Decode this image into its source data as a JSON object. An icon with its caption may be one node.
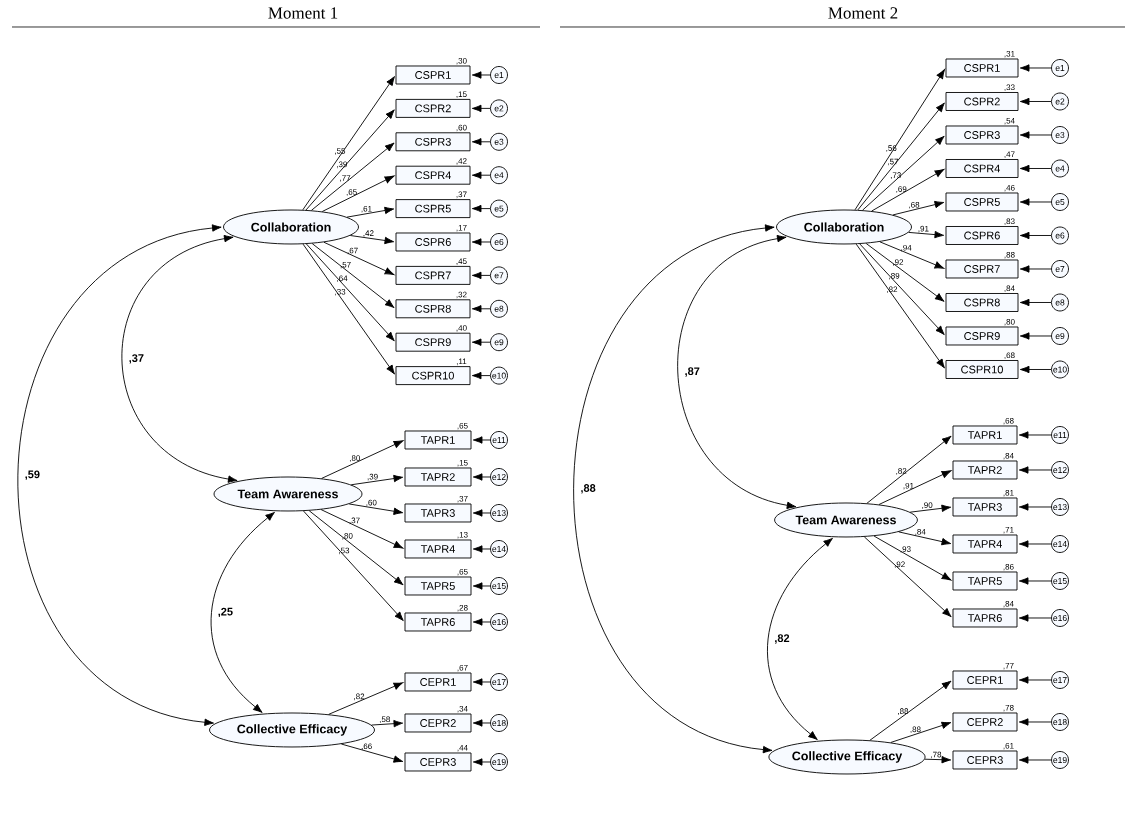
{
  "diagram": {
    "nodes": [
      {
        "text": [
          "Collaboration"
        ]
      },
      {
        "text": [
          "CSPR1"
        ],
        "beside": [
          ",30"
        ]
      },
      {
        "text": [
          "CSPR2"
        ],
        "beside": [
          ",15"
        ]
      },
      {
        "text": [
          "CSPR3"
        ],
        "beside": [
          ",60"
        ]
      },
      {
        "text": [
          "CSPR4"
        ],
        "beside": [
          ",42"
        ]
      },
      {
        "text": [
          "CSPR5"
        ],
        "beside": [
          ",37"
        ]
      },
      {
        "text": [
          "CSPR6"
        ],
        "beside": [
          ",17"
        ]
      },
      {
        "text": [
          "CSPR7"
        ],
        "beside": [
          ",45"
        ]
      },
      {
        "text": [
          "CSPR8"
        ],
        "beside": [
          ",32"
        ]
      },
      {
        "text": [
          "CSPR9"
        ],
        "beside": [
          ",40"
        ]
      },
      {
        "text": [
          "CSPR10"
        ],
        "beside": [
          ",11"
        ]
      },
      {
        "text": [
          "e1"
        ]
      },
      {
        "text": [
          "e2"
        ]
      },
      {
        "text": [
          "e3"
        ]
      },
      {
        "text": [
          "e4"
        ]
      },
      {
        "text": [
          "e5"
        ]
      },
      {
        "text": [
          "e6"
        ]
      },
      {
        "text": [
          "e7"
        ]
      },
      {
        "text": [
          "e8"
        ]
      },
      {
        "text": [
          "e9"
        ]
      },
      {
        "text": [
          "e10"
        ]
      },
      {
        "text": [
          "Team Awareness"
        ]
      },
      {
        "text": [
          "TAPR1"
        ],
        "beside": [
          ",65"
        ]
      },
      {
        "text": [
          "TAPR2"
        ],
        "beside": [
          ",15"
        ]
      },
      {
        "text": [
          "TAPR3"
        ],
        "beside": [
          ",37"
        ]
      },
      {
        "text": [
          "TAPR4"
        ],
        "beside": [
          ",13"
        ]
      },
      {
        "text": [
          "TAPR5"
        ],
        "beside": [
          ",65"
        ]
      },
      {
        "text": [
          "TAPR6"
        ],
        "beside": [
          ",28"
        ]
      },
      {
        "text": [
          "e11"
        ]
      },
      {
        "text": [
          "e12"
        ]
      },
      {
        "text": [
          "e13"
        ]
      },
      {
        "text": [
          "e14"
        ]
      },
      {
        "text": [
          "e15"
        ]
      },
      {
        "text": [
          "e16"
        ]
      },
      {
        "text": [
          "Collective Efficacy"
        ]
      },
      {
        "text": [
          "CEPR1"
        ],
        "beside": [
          ",67"
        ]
      },
      {
        "text": [
          "CEPR2"
        ],
        "beside": [
          ",34"
        ]
      },
      {
        "text": [
          "CEPR3"
        ],
        "beside": [
          ",44"
        ]
      },
      {
        "text": [
          "e17"
        ]
      },
      {
        "text": [
          "e18"
        ]
      },
      {
        "text": [
          "e19"
        ]
      },
      {
        "text": [
          "Collaboration"
        ]
      },
      {
        "text": [
          "CSPR1"
        ],
        "beside": [
          ",31"
        ]
      },
      {
        "text": [
          "CSPR2"
        ],
        "beside": [
          ",33"
        ]
      },
      {
        "text": [
          "CSPR3"
        ],
        "beside": [
          ",54"
        ]
      },
      {
        "text": [
          "CSPR4"
        ],
        "beside": [
          ",47"
        ]
      },
      {
        "text": [
          "CSPR5"
        ],
        "beside": [
          ",46"
        ]
      },
      {
        "text": [
          "CSPR6"
        ],
        "beside": [
          ",83"
        ]
      },
      {
        "text": [
          "CSPR7"
        ],
        "beside": [
          ",88"
        ]
      },
      {
        "text": [
          "CSPR8"
        ],
        "beside": [
          ",84"
        ]
      },
      {
        "text": [
          "CSPR9"
        ],
        "beside": [
          ",80"
        ]
      },
      {
        "text": [
          "CSPR10"
        ],
        "beside": [
          ",68"
        ]
      },
      {
        "text": [
          "e1"
        ]
      },
      {
        "text": [
          "e2"
        ]
      },
      {
        "text": [
          "e3"
        ]
      },
      {
        "text": [
          "e4"
        ]
      },
      {
        "text": [
          "e5"
        ]
      },
      {
        "text": [
          "e6"
        ]
      },
      {
        "text": [
          "e7"
        ]
      },
      {
        "text": [
          "e8"
        ]
      },
      {
        "text": [
          "e9"
        ]
      },
      {
        "text": [
          "e10"
        ]
      },
      {
        "text": [
          "Team Awareness"
        ]
      },
      {
        "text": [
          "TAPR1"
        ],
        "beside": [
          ",68"
        ]
      },
      {
        "text": [
          "TAPR2"
        ],
        "beside": [
          ",84"
        ]
      },
      {
        "text": [
          "TAPR3"
        ],
        "beside": [
          ",81"
        ]
      },
      {
        "text": [
          "TAPR4"
        ],
        "beside": [
          ",71"
        ]
      },
      {
        "text": [
          "TAPR5"
        ],
        "beside": [
          ",86"
        ]
      },
      {
        "text": [
          "TAPR6"
        ],
        "beside": [
          ",84"
        ]
      },
      {
        "text": [
          "e11"
        ]
      },
      {
        "text": [
          "e12"
        ]
      },
      {
        "text": [
          "e13"
        ]
      },
      {
        "text": [
          "e14"
        ]
      },
      {
        "text": [
          "e15"
        ]
      },
      {
        "text": [
          "e16"
        ]
      },
      {
        "text": [
          "Collective Efficacy"
        ]
      },
      {
        "text": [
          "CEPR1"
        ],
        "beside": [
          ",77"
        ]
      },
      {
        "text": [
          "CEPR2"
        ],
        "beside": [
          ",78"
        ]
      },
      {
        "text": [
          "CEPR3"
        ],
        "beside": [
          ",61"
        ]
      },
      {
        "text": [
          "e17"
        ]
      },
      {
        "text": [
          "e18"
        ]
      },
      {
        "text": [
          "e19"
        ]
      }
    ],
    "edges": [
      {
        "from": 0,
        "to": 1,
        "arrow": "to",
        "label": ",55"
      },
      {
        "from": 0,
        "to": 2,
        "arrow": "to",
        "label": ",39"
      },
      {
        "from": 0,
        "to": 3,
        "arrow": "to",
        "label": ",77"
      },
      {
        "from": 0,
        "to": 4,
        "arrow": "to",
        "label": ",65"
      },
      {
        "from": 0,
        "to": 5,
        "arrow": "to",
        "label": ",61"
      },
      {
        "from": 0,
        "to": 6,
        "arrow": "to",
        "label": ",42"
      },
      {
        "from": 0,
        "to": 7,
        "arrow": "to",
        "label": ",67"
      },
      {
        "from": 0,
        "to": 8,
        "arrow": "to",
        "label": ",57"
      },
      {
        "from": 0,
        "to": 9,
        "arrow": "to",
        "label": ",64"
      },
      {
        "from": 0,
        "to": 10,
        "arrow": "to",
        "label": ",33"
      },
      {
        "from": 21,
        "to": 22,
        "arrow": "to",
        "label": ",80"
      },
      {
        "from": 21,
        "to": 23,
        "arrow": "to",
        "label": ",39"
      },
      {
        "from": 21,
        "to": 24,
        "arrow": "to",
        "label": ",60"
      },
      {
        "from": 21,
        "to": 25,
        "arrow": "to",
        "label": ",37"
      },
      {
        "from": 21,
        "to": 26,
        "arrow": "to",
        "label": ",80"
      },
      {
        "from": 21,
        "to": 27,
        "arrow": "to",
        "label": ",53"
      },
      {
        "from": 34,
        "to": 35,
        "arrow": "to",
        "label": ",82"
      },
      {
        "from": 34,
        "to": 36,
        "arrow": "to",
        "label": ",58"
      },
      {
        "from": 34,
        "to": 37,
        "arrow": "to",
        "label": ",66"
      },
      {
        "from": 11,
        "to": 1,
        "arrow": "to"
      },
      {
        "from": 12,
        "to": 2,
        "arrow": "to"
      },
      {
        "from": 13,
        "to": 3,
        "arrow": "to"
      },
      {
        "from": 14,
        "to": 4,
        "arrow": "to"
      },
      {
        "from": 15,
        "to": 5,
        "arrow": "to"
      },
      {
        "from": 16,
        "to": 6,
        "arrow": "to"
      },
      {
        "from": 17,
        "to": 7,
        "arrow": "to"
      },
      {
        "from": 18,
        "to": 8,
        "arrow": "to"
      },
      {
        "from": 19,
        "to": 9,
        "arrow": "to"
      },
      {
        "from": 20,
        "to": 10,
        "arrow": "to"
      },
      {
        "from": 28,
        "to": 22,
        "arrow": "to"
      },
      {
        "from": 29,
        "to": 23,
        "arrow": "to"
      },
      {
        "from": 30,
        "to": 24,
        "arrow": "to"
      },
      {
        "from": 31,
        "to": 25,
        "arrow": "to"
      },
      {
        "from": 32,
        "to": 26,
        "arrow": "to"
      },
      {
        "from": 33,
        "to": 27,
        "arrow": "to"
      },
      {
        "from": 38,
        "to": 35,
        "arrow": "to"
      },
      {
        "from": 39,
        "to": 36,
        "arrow": "to"
      },
      {
        "from": 40,
        "to": 37,
        "arrow": "to"
      },
      {
        "from": 0,
        "to": 21,
        "arrow": "both",
        "label": ",37"
      },
      {
        "from": 0,
        "to": 34,
        "arrow": "both",
        "label": ",59"
      },
      {
        "from": 21,
        "to": 34,
        "arrow": "both",
        "label": ",25"
      },
      {
        "from": 41,
        "to": 42,
        "arrow": "to",
        "label": ",56"
      },
      {
        "from": 41,
        "to": 43,
        "arrow": "to",
        "label": ",57"
      },
      {
        "from": 41,
        "to": 44,
        "arrow": "to",
        "label": ",73"
      },
      {
        "from": 41,
        "to": 45,
        "arrow": "to",
        "label": ",69"
      },
      {
        "from": 41,
        "to": 46,
        "arrow": "to",
        "label": ",68"
      },
      {
        "from": 41,
        "to": 47,
        "arrow": "to",
        "label": ",91"
      },
      {
        "from": 41,
        "to": 48,
        "arrow": "to",
        "label": ",94"
      },
      {
        "from": 41,
        "to": 49,
        "arrow": "to",
        "label": ",92"
      },
      {
        "from": 41,
        "to": 50,
        "arrow": "to",
        "label": ",89"
      },
      {
        "from": 41,
        "to": 51,
        "arrow": "to",
        "label": ",82"
      },
      {
        "from": 62,
        "to": 63,
        "arrow": "to",
        "label": ",82"
      },
      {
        "from": 62,
        "to": 64,
        "arrow": "to",
        "label": ",91"
      },
      {
        "from": 62,
        "to": 65,
        "arrow": "to",
        "label": ",90"
      },
      {
        "from": 62,
        "to": 66,
        "arrow": "to",
        "label": ",84"
      },
      {
        "from": 62,
        "to": 67,
        "arrow": "to",
        "label": ",93"
      },
      {
        "from": 62,
        "to": 68,
        "arrow": "to",
        "label": ",92"
      },
      {
        "from": 75,
        "to": 76,
        "arrow": "to",
        "label": ",88"
      },
      {
        "from": 75,
        "to": 77,
        "arrow": "to",
        "label": ",88"
      },
      {
        "from": 75,
        "to": 78,
        "arrow": "to",
        "label": ",78"
      },
      {
        "from": 52,
        "to": 42,
        "arrow": "to"
      },
      {
        "from": 53,
        "to": 43,
        "arrow": "to"
      },
      {
        "from": 54,
        "to": 44,
        "arrow": "to"
      },
      {
        "from": 55,
        "to": 45,
        "arrow": "to"
      },
      {
        "from": 56,
        "to": 46,
        "arrow": "to"
      },
      {
        "from": 57,
        "to": 47,
        "arrow": "to"
      },
      {
        "from": 58,
        "to": 48,
        "arrow": "to"
      },
      {
        "from": 59,
        "to": 49,
        "arrow": "to"
      },
      {
        "from": 60,
        "to": 50,
        "arrow": "to"
      },
      {
        "from": 61,
        "to": 51,
        "arrow": "to"
      },
      {
        "from": 69,
        "to": 63,
        "arrow": "to"
      },
      {
        "from": 70,
        "to": 64,
        "arrow": "to"
      },
      {
        "from": 71,
        "to": 65,
        "arrow": "to"
      },
      {
        "from": 72,
        "to": 66,
        "arrow": "to"
      },
      {
        "from": 73,
        "to": 67,
        "arrow": "to"
      },
      {
        "from": 74,
        "to": 68,
        "arrow": "to"
      },
      {
        "from": 79,
        "to": 76,
        "arrow": "to"
      },
      {
        "from": 80,
        "to": 77,
        "arrow": "to"
      },
      {
        "from": 81,
        "to": 78,
        "arrow": "to"
      },
      {
        "from": 41,
        "to": 62,
        "arrow": "both",
        "label": ",87"
      },
      {
        "from": 41,
        "to": 75,
        "arrow": "both",
        "label": ",88"
      },
      {
        "from": 62,
        "to": 75,
        "arrow": "both",
        "label": ",82"
      }
    ],
    "labels": [
      "Moment 1",
      "Moment 2"
    ]
  }
}
